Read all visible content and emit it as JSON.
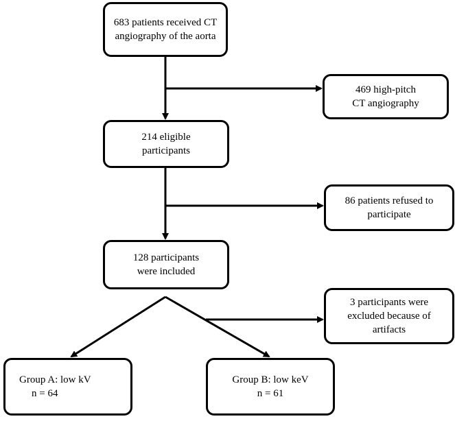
{
  "boxes": {
    "received": {
      "line1": "683 patients received CT",
      "line2": "angiography of the aorta"
    },
    "high_pitch": {
      "line1": "469 high-pitch",
      "line2": "CT angiography"
    },
    "eligible": {
      "line1": "214 eligible",
      "line2": "participants"
    },
    "refused": {
      "line1": "86 patients refused to",
      "line2": "participate"
    },
    "included": {
      "line1": "128 participants",
      "line2": "were included"
    },
    "excluded": {
      "line1": "3 participants were",
      "line2": "excluded because of",
      "line3": "artifacts"
    },
    "group_a": {
      "line1": "Group A: low kV",
      "line2": "n = 64"
    },
    "group_b": {
      "line1": "Group B: low keV",
      "line2": "n = 61"
    }
  }
}
